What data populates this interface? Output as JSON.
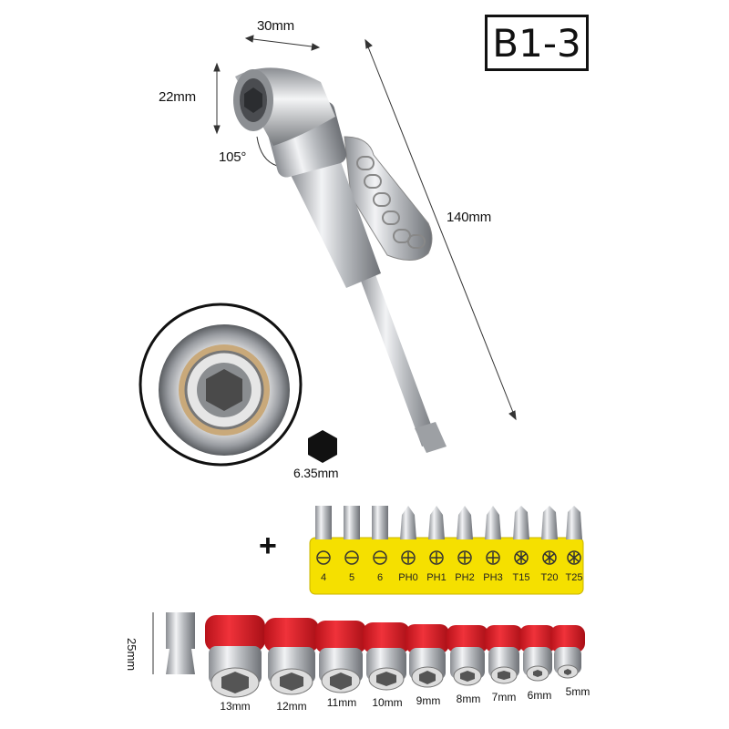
{
  "badge": "B1-3",
  "dimensions": {
    "width": "30mm",
    "height": "22mm",
    "angle": "105°",
    "length": "140mm",
    "hex": "6.35mm",
    "adapter": "25mm"
  },
  "plus": "+",
  "bits": [
    "4",
    "5",
    "6",
    "PH0",
    "PH1",
    "PH2",
    "PH3",
    "T15",
    "T20",
    "T25"
  ],
  "sockets": [
    "13mm",
    "12mm",
    "11mm",
    "10mm",
    "9mm",
    "8mm",
    "7mm",
    "6mm",
    "5mm"
  ],
  "colors": {
    "holder": "#f5e000",
    "socket_cap": "#e8202a",
    "chrome": "#c8cacd"
  }
}
